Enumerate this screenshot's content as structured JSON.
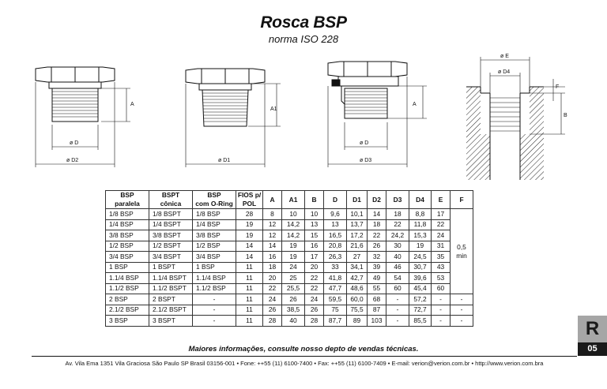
{
  "title": "Rosca BSP",
  "subtitle": "norma ISO 228",
  "drawing_labels": {
    "d1": {
      "A": "A",
      "D": "ø D",
      "D2": "ø D2"
    },
    "d2": {
      "A1": "A1",
      "D1": "ø D1"
    },
    "d3": {
      "A": "A",
      "D": "ø D",
      "D3": "ø D3"
    },
    "d4": {
      "E": "ø E",
      "D4": "ø D4",
      "F": "F",
      "B": "B"
    }
  },
  "table": {
    "headers": [
      {
        "l1": "BSP",
        "l2": "paralela"
      },
      {
        "l1": "BSPT",
        "l2": "cônica"
      },
      {
        "l1": "BSP",
        "l2": "com O-Ring"
      },
      {
        "l1": "FIOS p/",
        "l2": "POL"
      },
      {
        "l1": "A"
      },
      {
        "l1": "A1"
      },
      {
        "l1": "B"
      },
      {
        "l1": "D"
      },
      {
        "l1": "D1"
      },
      {
        "l1": "D2"
      },
      {
        "l1": "D3"
      },
      {
        "l1": "D4"
      },
      {
        "l1": "E"
      },
      {
        "l1": "F"
      }
    ],
    "rows": [
      [
        "1/8  BSP",
        "1/8  BSPT",
        "1/8  BSP",
        "28",
        "8",
        "10",
        "10",
        "9,6",
        "10,1",
        "14",
        "18",
        "8,8",
        "17"
      ],
      [
        "1/4  BSP",
        "1/4  BSPT",
        "1/4  BSP",
        "19",
        "12",
        "14,2",
        "13",
        "13",
        "13,7",
        "18",
        "22",
        "11,8",
        "22"
      ],
      [
        "3/8  BSP",
        "3/8  BSPT",
        "3/8  BSP",
        "19",
        "12",
        "14,2",
        "15",
        "16,5",
        "17,2",
        "22",
        "24,2",
        "15,3",
        "24"
      ],
      [
        "1/2  BSP",
        "1/2  BSPT",
        "1/2  BSP",
        "14",
        "14",
        "19",
        "16",
        "20,8",
        "21,6",
        "26",
        "30",
        "19",
        "31"
      ],
      [
        "3/4  BSP",
        "3/4  BSPT",
        "3/4  BSP",
        "14",
        "16",
        "19",
        "17",
        "26,3",
        "27",
        "32",
        "40",
        "24,5",
        "35"
      ],
      [
        "1  BSP",
        "1  BSPT",
        "1  BSP",
        "11",
        "18",
        "24",
        "20",
        "33",
        "34,1",
        "39",
        "46",
        "30,7",
        "43"
      ],
      [
        "1.1/4 BSP",
        "1.1/4 BSPT",
        "1.1/4 BSP",
        "11",
        "20",
        "25",
        "22",
        "41,8",
        "42,7",
        "49",
        "54",
        "39,6",
        "53"
      ],
      [
        "1.1/2 BSP",
        "1.1/2 BSPT",
        "1.1/2 BSP",
        "11",
        "22",
        "25,5",
        "22",
        "47,7",
        "48,6",
        "55",
        "60",
        "45,4",
        "60"
      ],
      [
        "2  BSP",
        "2  BSPT",
        "-",
        "11",
        "24",
        "26",
        "24",
        "59,5",
        "60,0",
        "68",
        "-",
        "57,2",
        "-",
        "-"
      ],
      [
        "2.1/2 BSP",
        "2.1/2 BSPT",
        "-",
        "11",
        "26",
        "38,5",
        "26",
        "75",
        "75,5",
        "87",
        "-",
        "72,7",
        "-",
        "-"
      ],
      [
        "3  BSP",
        "3  BSPT",
        "-",
        "11",
        "28",
        "40",
        "28",
        "87,7",
        "89",
        "103",
        "-",
        "85,5",
        "-",
        "-"
      ]
    ],
    "f_merged_line1": "0,5",
    "f_merged_line2": "min"
  },
  "footer_note": "Maiores informações, consulte nosso depto de vendas técnicas.",
  "footer_address": "Av. Vila Ema 1351 Vila Graciosa São Paulo SP Brasil 03156-001 • Fone: ++55 (11) 6100-7400 • Fax: ++55 (11) 6100-7409 • E-mail: verion@verion.com.br • http://www.verion.com.bra",
  "side_tab": {
    "letter": "R",
    "number": "05"
  }
}
